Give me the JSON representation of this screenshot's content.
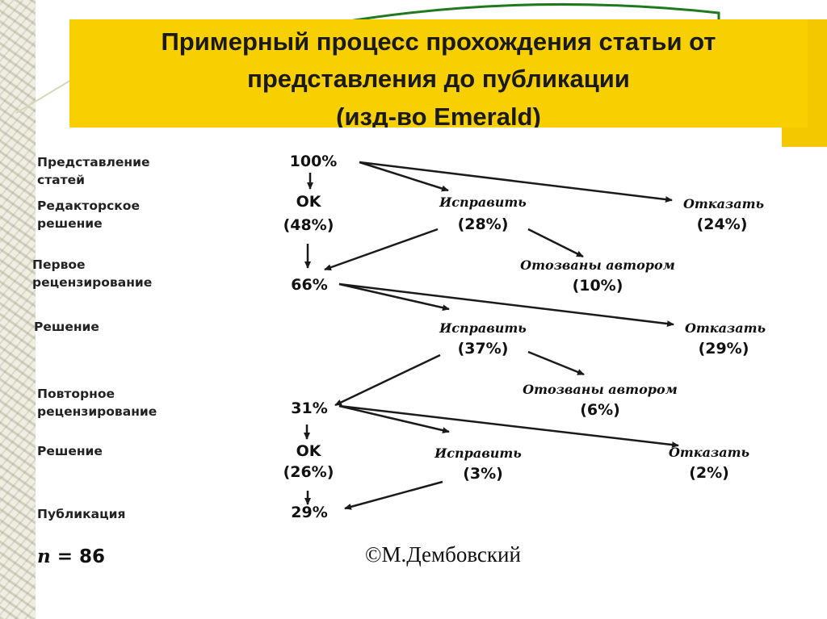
{
  "title": {
    "line1": "Примерный процесс прохождения статьи от",
    "line2": "представления до публикации",
    "line3": "(изд-во Emerald)"
  },
  "stages": {
    "submission_1": "Представление",
    "submission_2": "статей",
    "editorial_1": "Редакторское",
    "editorial_2": "решение",
    "review1_1": "Первое",
    "review1_2": "рецензирование",
    "decision1": "Решение",
    "review2_1": "Повторное",
    "review2_2": "рецензирование",
    "decision2": "Решение",
    "publication": "Публикация"
  },
  "nodes": {
    "submitted": "100%",
    "ok1_label": "OK",
    "ok1_value": "(48%)",
    "revise1_label": "Исправить",
    "revise1_value": "(28%)",
    "reject1_label": "Отказать",
    "reject1_value": "(24%)",
    "withdrawn1_label": "Отозваны автором",
    "withdrawn1_value": "(10%)",
    "review1": "66%",
    "revise2_label": "Исправить",
    "revise2_value": "(37%)",
    "reject2_label": "Отказать",
    "reject2_value": "(29%)",
    "withdrawn2_label": "Отозваны автором",
    "withdrawn2_value": "(6%)",
    "review2": "31%",
    "ok2_label": "OK",
    "ok2_value": "(26%)",
    "revise3_label": "Исправить",
    "revise3_value": "(3%)",
    "reject3_label": "Отказать",
    "reject3_value": "(2%)",
    "published": "29%"
  },
  "sample": {
    "n_symbol": "n",
    "n_value": "= 86"
  },
  "copyright": "©М.Дембовский",
  "colors": {
    "title_bg": "#f8cf00",
    "arc": "#1f7a1f",
    "arrow": "#1a1a1a"
  }
}
